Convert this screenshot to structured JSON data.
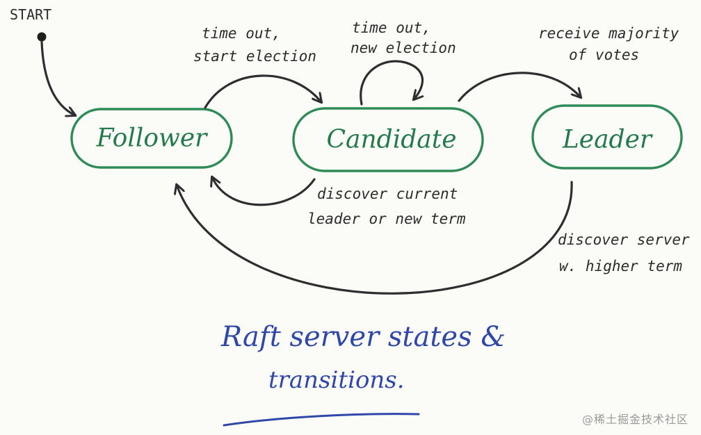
{
  "start": {
    "label": "START"
  },
  "states": {
    "follower": {
      "label": "Follower"
    },
    "candidate": {
      "label": "Candidate"
    },
    "leader": {
      "label": "Leader"
    }
  },
  "transitions": {
    "follower_to_candidate": {
      "line1": "time out,",
      "line2": "start election"
    },
    "candidate_self": {
      "line1": "time out,",
      "line2": "new election"
    },
    "candidate_to_leader": {
      "line1": "receive majority",
      "line2": "of votes"
    },
    "candidate_to_follower": {
      "line1": "discover current",
      "line2": "leader or new term"
    },
    "leader_to_follower": {
      "line1": "discover server",
      "line2": "w. higher term"
    }
  },
  "caption": {
    "line1": "Raft server states &",
    "line2": "transitions."
  },
  "watermark": "@稀土掘金技术社区",
  "colors": {
    "state_outline": "#2e8b57",
    "ink": "#2e2e30",
    "caption": "#2f47a8"
  }
}
